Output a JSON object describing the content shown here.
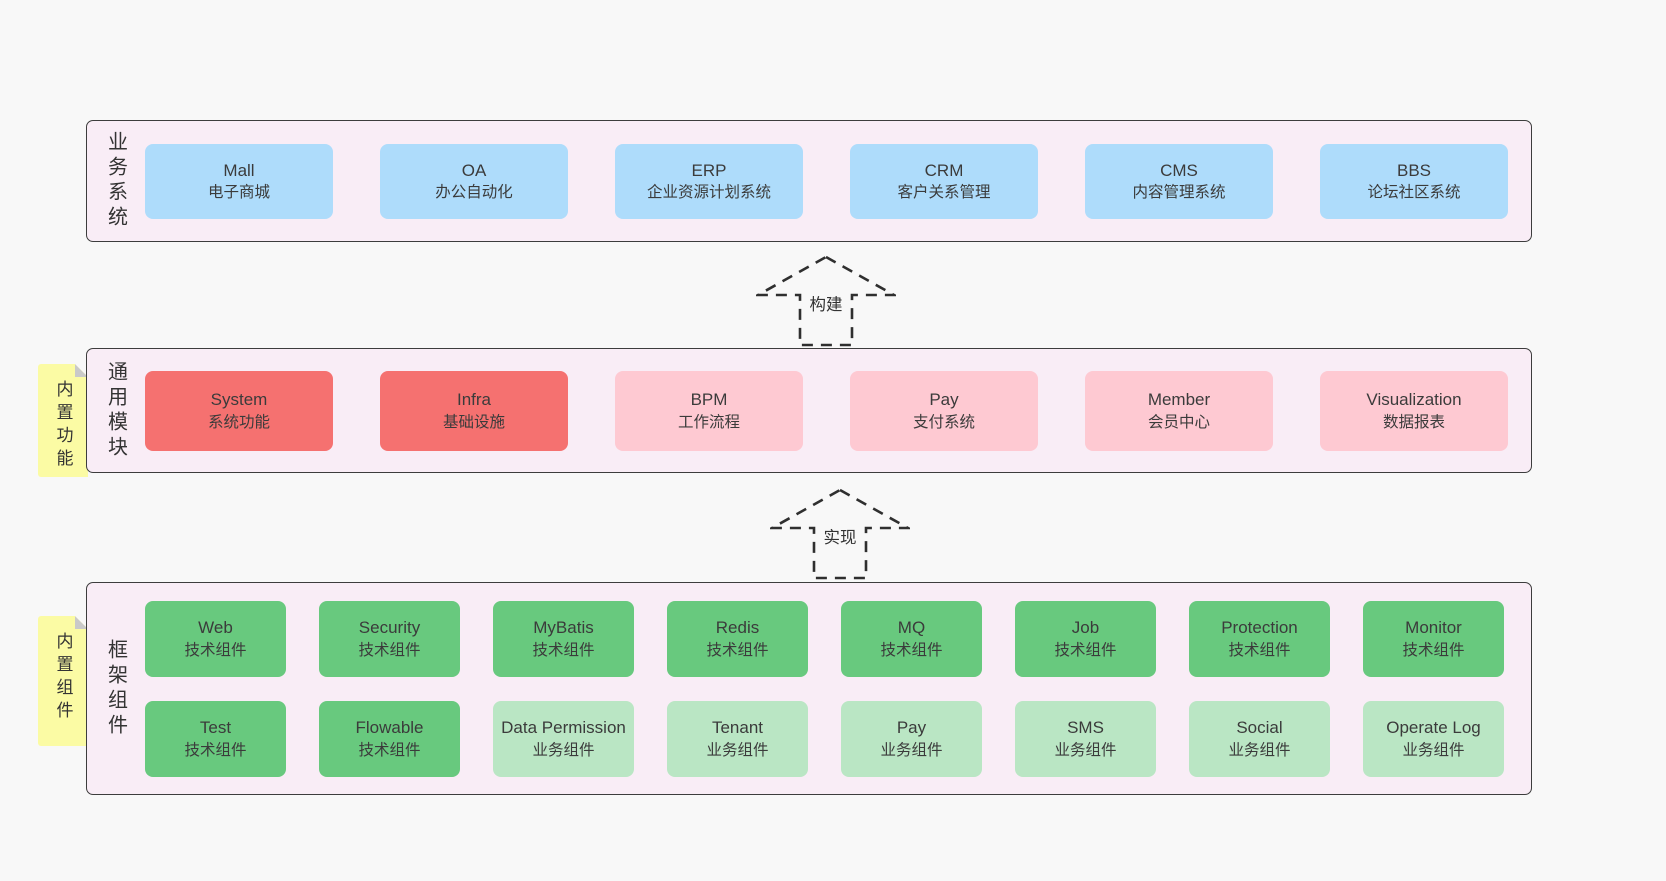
{
  "business": {
    "label": "业务系统",
    "boxes": [
      {
        "title": "Mall",
        "subtitle": "电子商城"
      },
      {
        "title": "OA",
        "subtitle": "办公自动化"
      },
      {
        "title": "ERP",
        "subtitle": "企业资源计划系统"
      },
      {
        "title": "CRM",
        "subtitle": "客户关系管理"
      },
      {
        "title": "CMS",
        "subtitle": "内容管理系统"
      },
      {
        "title": "BBS",
        "subtitle": "论坛社区系统"
      }
    ]
  },
  "modules": {
    "label": "通用模块",
    "sticky": "内置功能",
    "boxes": [
      {
        "title": "System",
        "subtitle": "系统功能"
      },
      {
        "title": "Infra",
        "subtitle": "基础设施"
      },
      {
        "title": "BPM",
        "subtitle": "工作流程"
      },
      {
        "title": "Pay",
        "subtitle": "支付系统"
      },
      {
        "title": "Member",
        "subtitle": "会员中心"
      },
      {
        "title": "Visualization",
        "subtitle": "数据报表"
      }
    ]
  },
  "components": {
    "label": "框架组件",
    "sticky": "内置组件",
    "row1": [
      {
        "title": "Web",
        "subtitle": "技术组件"
      },
      {
        "title": "Security",
        "subtitle": "技术组件"
      },
      {
        "title": "MyBatis",
        "subtitle": "技术组件"
      },
      {
        "title": "Redis",
        "subtitle": "技术组件"
      },
      {
        "title": "MQ",
        "subtitle": "技术组件"
      },
      {
        "title": "Job",
        "subtitle": "技术组件"
      },
      {
        "title": "Protection",
        "subtitle": "技术组件"
      },
      {
        "title": "Monitor",
        "subtitle": "技术组件"
      }
    ],
    "row2": [
      {
        "title": "Test",
        "subtitle": "技术组件"
      },
      {
        "title": "Flowable",
        "subtitle": "技术组件"
      },
      {
        "title": "Data Permission",
        "subtitle": "业务组件"
      },
      {
        "title": "Tenant",
        "subtitle": "业务组件"
      },
      {
        "title": "Pay",
        "subtitle": "业务组件"
      },
      {
        "title": "SMS",
        "subtitle": "业务组件"
      },
      {
        "title": "Social",
        "subtitle": "业务组件"
      },
      {
        "title": "Operate Log",
        "subtitle": "业务组件"
      }
    ]
  },
  "arrows": {
    "build": "构建",
    "implement": "实现"
  },
  "colors": {
    "page_bg": "#f8f8f8",
    "panel_bg": "#f9edf6",
    "panel_border": "#3d3d3d",
    "blue": "#aedcfb",
    "red": "#f57170",
    "pink": "#fec9d2",
    "green": "#68c97e",
    "light_green": "#bae6c4",
    "yellow": "#fbfba4",
    "fold": "#c9c9c9",
    "text": "#3b3b3b",
    "arrow": "#2f2f2f"
  }
}
